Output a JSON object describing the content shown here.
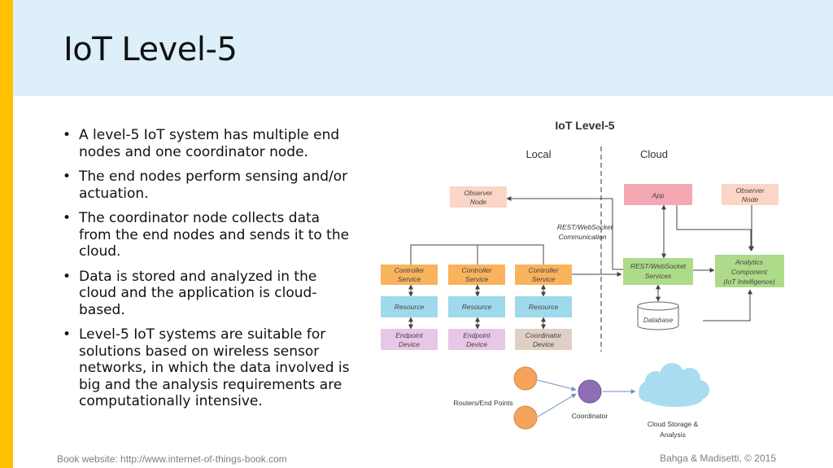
{
  "slide": {
    "title": "IoT Level-5",
    "bullets": [
      "A level-5 IoT system has multiple end nodes and one coordinator node.",
      "The end nodes perform sensing and/or actuation.",
      "The coordinator node collects data from the end nodes and sends it to the cloud.",
      "Data is stored and analyzed in the cloud and the application is cloud-based.",
      "Level-5 IoT systems are suitable for solutions based on wireless sensor networks, in which the data involved is big and the analysis requirements are computationally intensive."
    ],
    "footer_left": "Book website: http://www.internet-of-things-book.com",
    "footer_right": "Bahga & Madisetti, © 2015"
  },
  "diagram": {
    "title": "IoT Level-5",
    "local_label": "Local",
    "cloud_label": "Cloud",
    "observer_node_local": [
      "Observer",
      "Node"
    ],
    "observer_node_cloud": [
      "Observer",
      "Node"
    ],
    "app": "App",
    "comm_label": [
      "REST/WebSocket",
      "Communication"
    ],
    "rest_services": [
      "REST/WebSocket",
      "Services"
    ],
    "analytics": [
      "Analytics",
      "Component",
      "(IoT Intelligence)"
    ],
    "database": "Database",
    "controller_service": [
      "Controller",
      "Service"
    ],
    "resource": "Resource",
    "endpoint_device": [
      "Endpoint",
      "Device"
    ],
    "coordinator_device": [
      "Coordinator",
      "Device"
    ],
    "routers_label": "Routers/End Points",
    "coordinator_label": "Coordinator",
    "cloud_storage": [
      "Cloud Storage &",
      "Analysis"
    ],
    "colors": {
      "observer": "#fbd5c5",
      "app": "#f4a8b4",
      "green": "#aedb8a",
      "controller": "#f9b35c",
      "resource": "#9fd9ec",
      "endpoint": "#e8c6e6",
      "coordinator_device": "#e0cfc4",
      "router_node": "#f5a25d",
      "coordinator_node": "#8e6fb5",
      "cloud": "#a9dcf1",
      "accent": "#ffc000",
      "header": "#ddf0f9"
    }
  }
}
